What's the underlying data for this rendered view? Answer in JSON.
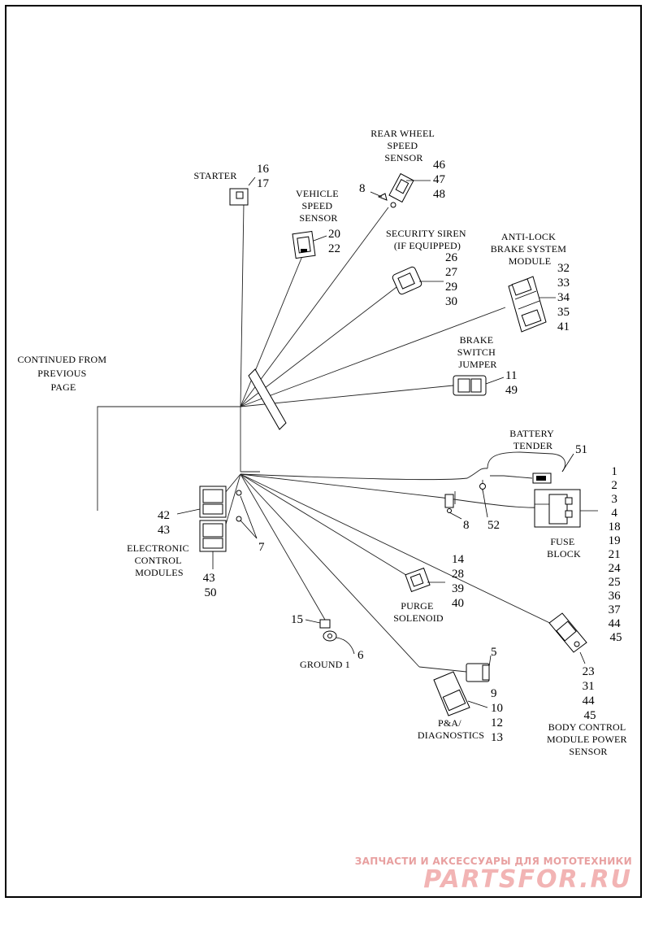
{
  "labels": {
    "continued": [
      "CONTINUED FROM",
      "PREVIOUS",
      "PAGE"
    ],
    "starter": [
      "STARTER"
    ],
    "vss": [
      "VEHICLE",
      "SPEED",
      "SENSOR"
    ],
    "rwss": [
      "REAR WHEEL",
      "SPEED",
      "SENSOR"
    ],
    "siren": [
      "SECURITY SIREN",
      "(IF EQUIPPED)"
    ],
    "abs": [
      "ANTI-LOCK",
      "BRAKE SYSTEM",
      "MODULE"
    ],
    "brake": [
      "BRAKE",
      "SWITCH",
      "JUMPER"
    ],
    "battery": [
      "BATTERY",
      "TENDER"
    ],
    "fuse": [
      "FUSE",
      "BLOCK"
    ],
    "ecm": [
      "ELECTRONIC",
      "CONTROL",
      "MODULES"
    ],
    "purge": [
      "PURGE",
      "SOLENOID"
    ],
    "ground": [
      "GROUND 1"
    ],
    "diag": [
      "P&A/",
      "DIAGNOSTICS"
    ],
    "bcm": [
      "BODY CONTROL",
      "MODULE POWER",
      "SENSOR"
    ]
  },
  "numbers": {
    "starter": [
      "16",
      "17"
    ],
    "vss": [
      "20",
      "22"
    ],
    "rwss": [
      "46",
      "47",
      "48"
    ],
    "rwss_side": "8",
    "siren": [
      "26",
      "27",
      "29",
      "30"
    ],
    "abs": [
      "32",
      "33",
      "34",
      "35",
      "41"
    ],
    "brake": [
      "11",
      "49"
    ],
    "battery": "51",
    "fuse": [
      "1",
      "2",
      "3",
      "4",
      "18",
      "19",
      "21",
      "24",
      "25",
      "36",
      "37",
      "44",
      "45"
    ],
    "clip_left": "8",
    "clip_right": "52",
    "ecm_upper": [
      "42",
      "43"
    ],
    "ecm_lower": [
      "43",
      "50"
    ],
    "ecm_clip": "7",
    "purge": [
      "14",
      "28",
      "39",
      "40"
    ],
    "ground_top": "15",
    "ground_bottom": "6",
    "diag_top": "5",
    "diag": [
      "9",
      "10",
      "12",
      "13"
    ],
    "bcm": [
      "23",
      "31",
      "44",
      "45"
    ]
  },
  "watermark": {
    "line1": "ЗАПЧАСТИ И АКСЕССУАРЫ ДЛЯ МОТОТЕХНИКИ",
    "line2": "PARTSFOR.RU",
    "color": "#f2b4b4"
  }
}
